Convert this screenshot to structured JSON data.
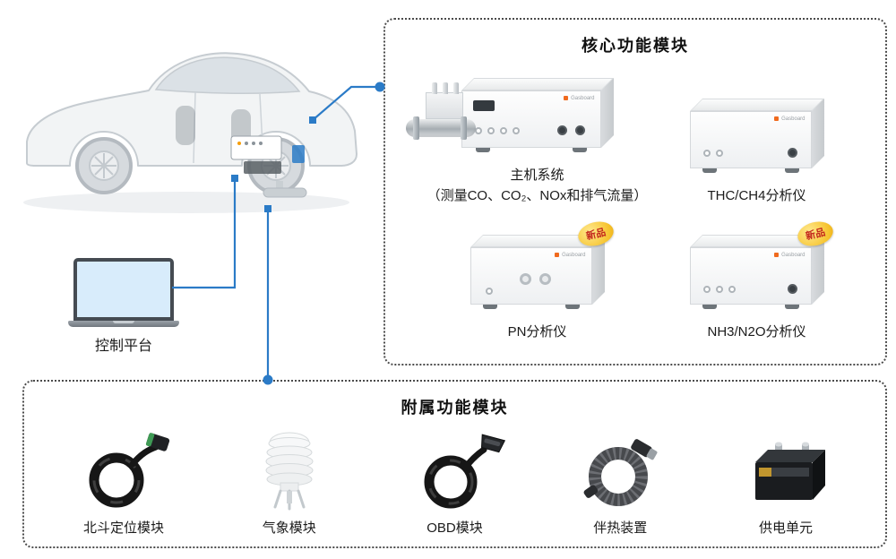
{
  "colors": {
    "accent_blue": "#2b7bc7",
    "dashed_border": "#4b4b4b",
    "badge_bg": "#f6c32e",
    "badge_text": "#c3261c"
  },
  "control_platform": {
    "label": "控制平台"
  },
  "core_box": {
    "title": "核心功能模块",
    "instrument_brand": "Gasboard",
    "items": [
      {
        "name": "main-system",
        "label": "主机系统",
        "sublabel": "（测量CO、CO₂、NOx和排气流量）",
        "badge": ""
      },
      {
        "name": "thc-ch4-analyzer",
        "label": "THC/CH4分析仪",
        "badge": ""
      },
      {
        "name": "pn-analyzer",
        "label": "PN分析仪",
        "badge": "新品"
      },
      {
        "name": "nh3-n2o-analyzer",
        "label": "NH3/N2O分析仪",
        "badge": "新品"
      }
    ]
  },
  "aux_box": {
    "title": "附属功能模块",
    "items": [
      {
        "name": "beidou-module",
        "label": "北斗定位模块",
        "icon": "gps-cable-icon"
      },
      {
        "name": "weather-module",
        "label": "气象模块",
        "icon": "weather-shield-icon"
      },
      {
        "name": "obd-module",
        "label": "OBD模块",
        "icon": "obd-cable-icon"
      },
      {
        "name": "heating-device",
        "label": "伴热装置",
        "icon": "heated-hose-icon"
      },
      {
        "name": "power-unit",
        "label": "供电单元",
        "icon": "battery-icon"
      }
    ]
  }
}
